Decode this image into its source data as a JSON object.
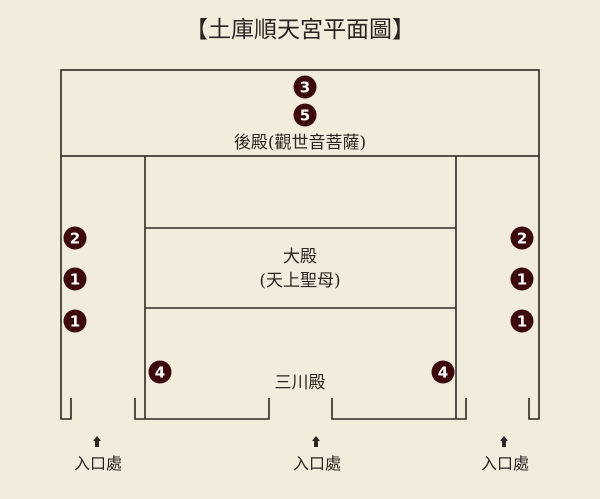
{
  "title": "【土庫順天宮平面圖】",
  "halls": {
    "rear": "後殿(觀世音菩薩)",
    "main_line1": "大殿",
    "main_line2": "(天上聖母)",
    "front": "三川殿"
  },
  "entrance_label": "入口處",
  "markers": [
    "3",
    "5",
    "2",
    "1",
    "1",
    "2",
    "1",
    "1",
    "4",
    "4"
  ],
  "colors": {
    "marker": "#3d0a0c",
    "wall": "#2e2a24",
    "background": "#f2ecdc"
  }
}
